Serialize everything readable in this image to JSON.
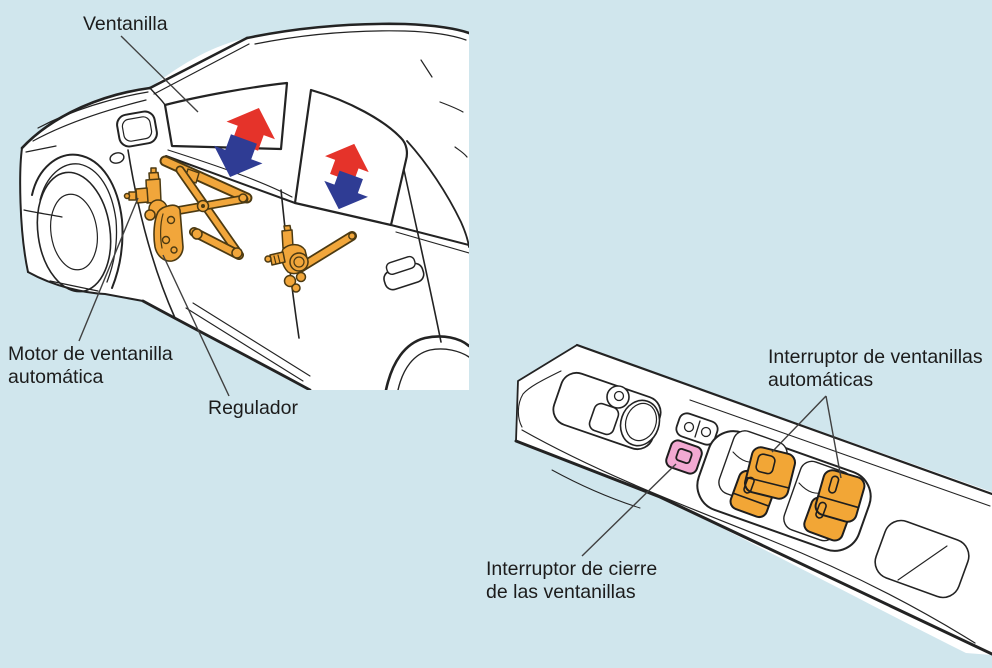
{
  "figure": {
    "background_color": "#d0e6ed",
    "line_color": "#232323",
    "car_diagram": {
      "labels": {
        "window": "Ventanilla",
        "motor": {
          "line1": "Motor de ventanilla",
          "line2": "automática"
        },
        "regulator": "Regulador"
      },
      "icons": {
        "window_up_arrow": {
          "name": "up-arrow",
          "color": "#e5332a"
        },
        "window_down_arrow": {
          "name": "down-arrow",
          "color": "#2f3c94"
        }
      },
      "regulator_color": "#f1a63b"
    },
    "door_panel_diagram": {
      "labels": {
        "auto_switches": {
          "line1": "Interruptor de ventanillas",
          "line2": "automáticas"
        },
        "lock_switch": {
          "line1": "Interruptor de cierre",
          "line2": "de las ventanillas"
        }
      },
      "switch_colors": {
        "auto_window_switch": "#f2a636",
        "lock_switch": "#f2a9d2"
      }
    }
  }
}
